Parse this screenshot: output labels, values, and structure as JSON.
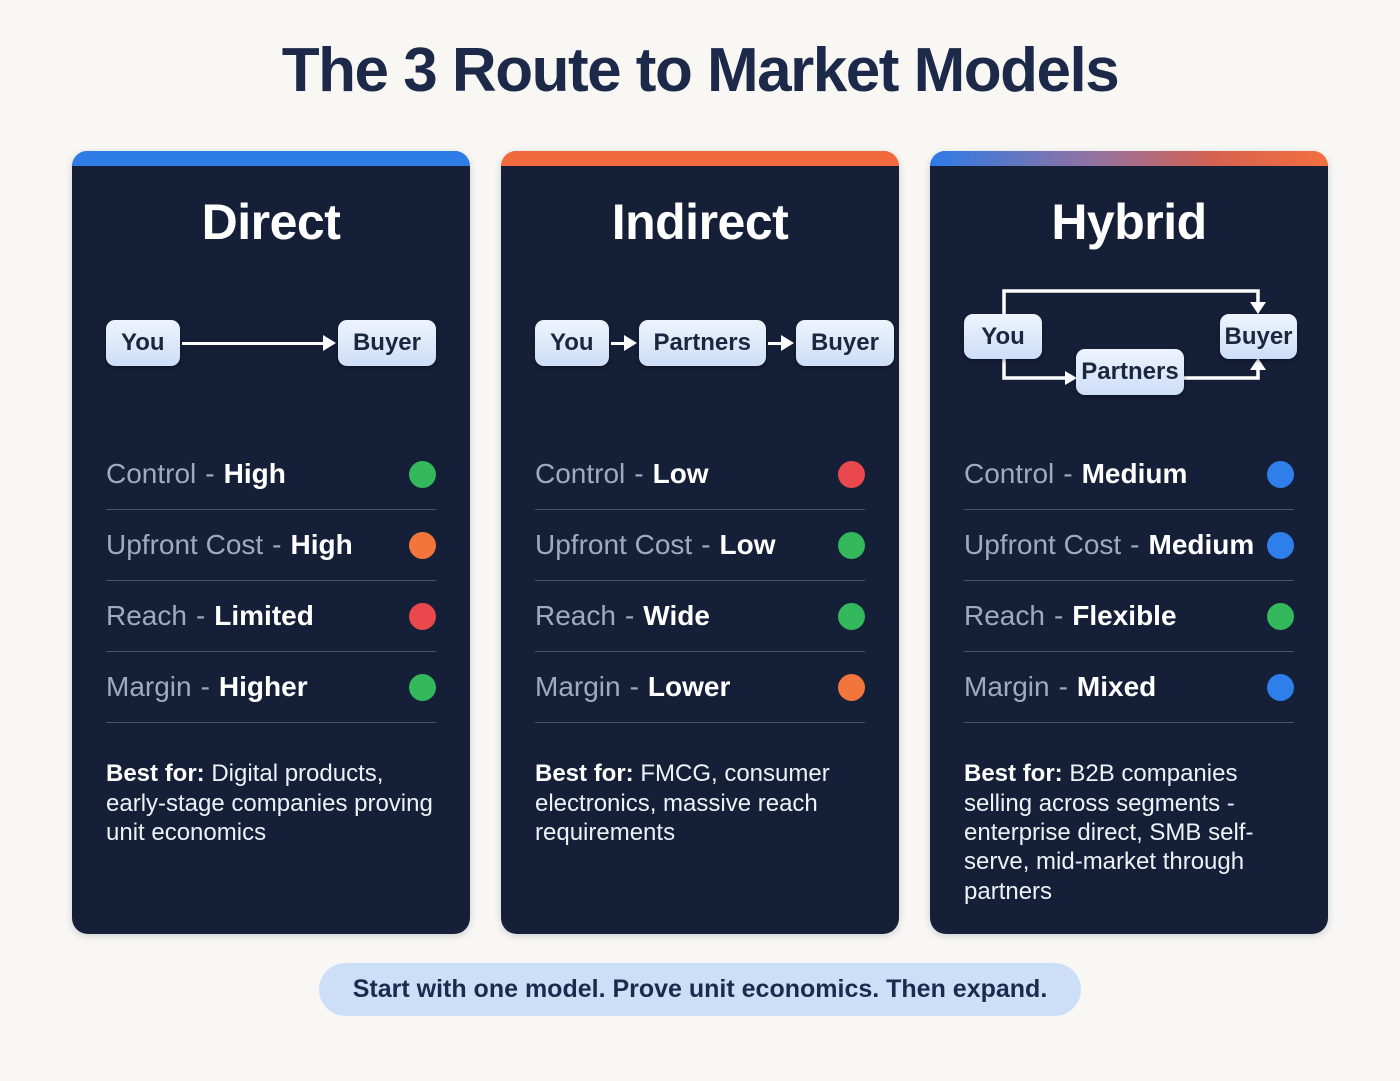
{
  "page": {
    "title": "The 3 Route to Market Models",
    "separator": "-",
    "footer_note": "Start with one model. Prove unit economics. Then expand."
  },
  "colors": {
    "card_background": "#161f38",
    "page_background": "#f8f7f4",
    "green": "#33b85c",
    "orange": "#f2763b",
    "red": "#e9484d",
    "blue": "#2e7fe9",
    "pill_background": "#cddff7"
  },
  "cards": [
    {
      "name": "Direct",
      "accent": "#2e7ce6",
      "flow": {
        "from": "You",
        "to": "Buyer"
      },
      "attributes": [
        {
          "label": "Control",
          "value": "High",
          "dot_color": "#33b85c"
        },
        {
          "label": "Upfront Cost",
          "value": "High",
          "dot_color": "#f2763b"
        },
        {
          "label": "Reach",
          "value": "Limited",
          "dot_color": "#e9484d"
        },
        {
          "label": "Margin",
          "value": "Higher",
          "dot_color": "#33b85c"
        }
      ],
      "best_for_label": "Best for:",
      "best_for_text": "Digital products, early-stage companies proving unit economics"
    },
    {
      "name": "Indirect",
      "accent": "#f16a3d",
      "flow": {
        "from": "You",
        "mid": "Partners",
        "to": "Buyer"
      },
      "attributes": [
        {
          "label": "Control",
          "value": "Low",
          "dot_color": "#e9484d"
        },
        {
          "label": "Upfront Cost",
          "value": "Low",
          "dot_color": "#33b85c"
        },
        {
          "label": "Reach",
          "value": "Wide",
          "dot_color": "#33b85c"
        },
        {
          "label": "Margin",
          "value": "Lower",
          "dot_color": "#f2763b"
        }
      ],
      "best_for_label": "Best for:",
      "best_for_text": "FMCG, consumer electronics, massive reach requirements"
    },
    {
      "name": "Hybrid",
      "accent": "linear-gradient(90deg, #2d7be7 0%, #9572a0 42%, #d6624f 72%, #f3703f 100%)",
      "flow": {
        "from": "You",
        "mid": "Partners",
        "to": "Buyer"
      },
      "attributes": [
        {
          "label": "Control",
          "value": "Medium",
          "dot_color": "#2e7fe9"
        },
        {
          "label": "Upfront Cost",
          "value": "Medium",
          "dot_color": "#2e7fe9"
        },
        {
          "label": "Reach",
          "value": "Flexible",
          "dot_color": "#33b85c"
        },
        {
          "label": "Margin",
          "value": "Mixed",
          "dot_color": "#2e7fe9"
        }
      ],
      "best_for_label": "Best for:",
      "best_for_text": "B2B companies selling across segments - enterprise direct, SMB self-serve, mid-market through partners"
    }
  ]
}
